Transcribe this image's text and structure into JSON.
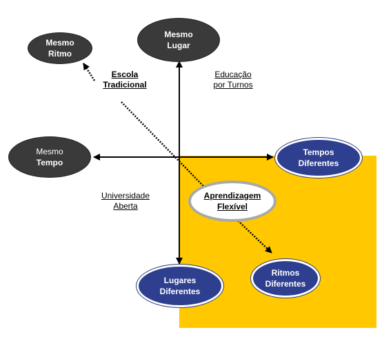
{
  "colors": {
    "highlight_area": "#ffc800",
    "dark_node": "#3a3a3a",
    "blue_node": "#2e3f8f",
    "white_node_border": "#a8a8a8"
  },
  "nodes": {
    "mesmo_ritmo": {
      "line1": "Mesmo",
      "line2": "Ritmo"
    },
    "mesmo_lugar": {
      "line1": "Mesmo",
      "line2": "Lugar"
    },
    "mesmo_tempo": {
      "line1": "Mesmo",
      "line2": "Tempo"
    },
    "tempos_diferentes": {
      "line1": "Tempos",
      "line2": "Diferentes"
    },
    "lugares_diferentes": {
      "line1": "Lugares",
      "line2": "Diferentes"
    },
    "ritmos_diferentes": {
      "line1": "Ritmos",
      "line2": "Diferentes"
    },
    "aprendizagem_flexivel": {
      "line1": "Aprendizagem",
      "line2": "Flexível"
    }
  },
  "labels": {
    "escola_tradicional": {
      "line1": "Escola",
      "line2": "Tradicional"
    },
    "educacao_por_turnos": {
      "line1": "Educação",
      "line2": "por Turnos"
    },
    "universidade_aberta": {
      "line1": "Universidade",
      "line2": "Aberta"
    }
  }
}
